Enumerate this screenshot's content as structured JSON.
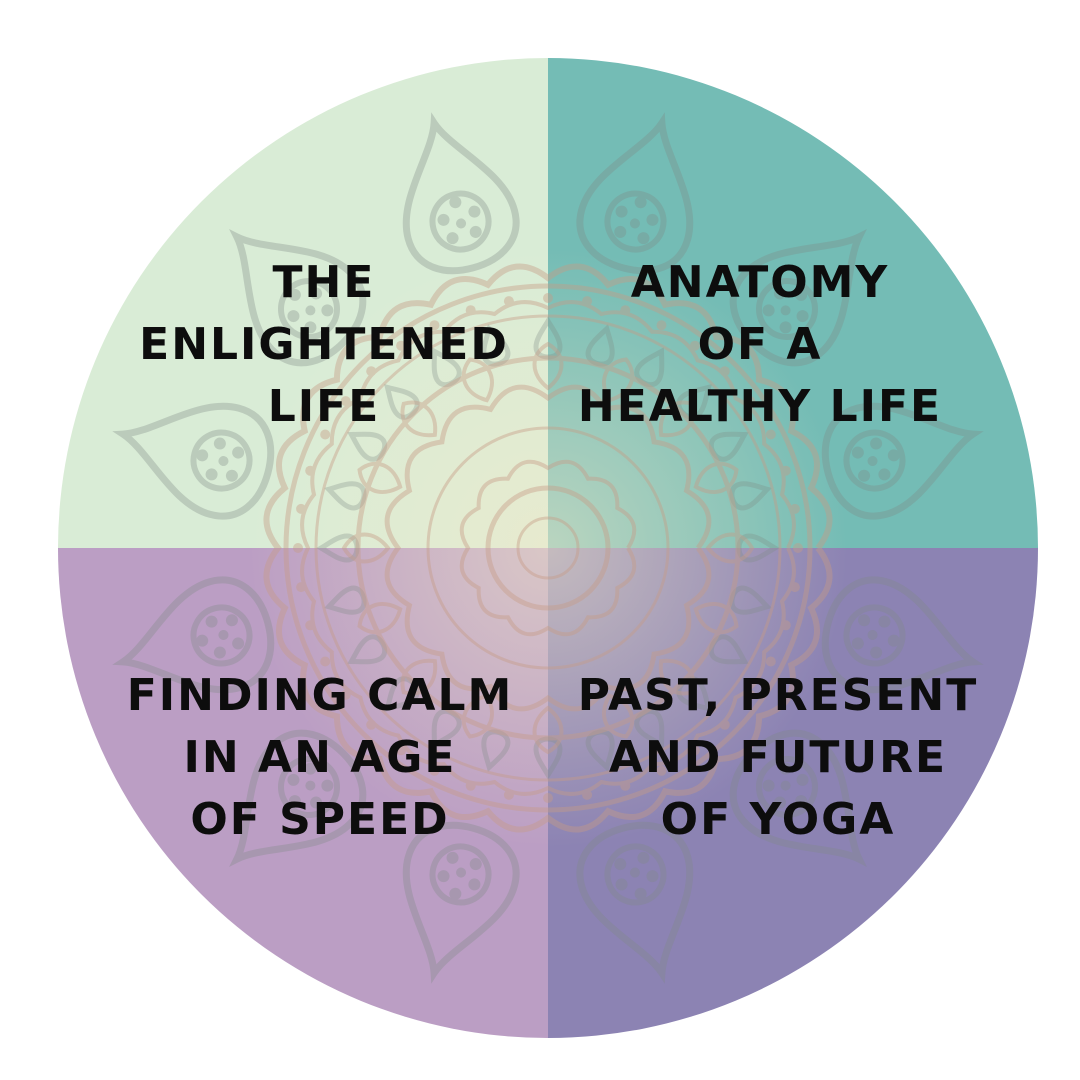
{
  "diagram": {
    "quadrants": [
      {
        "id": "top-left",
        "lines": [
          "THE",
          "ENLIGHTENED",
          "LIFE"
        ],
        "color": "#d9ecd6"
      },
      {
        "id": "top-right",
        "lines": [
          "ANATOMY",
          "OF A",
          "HEALTHY LIFE"
        ],
        "color": "#74bcb5"
      },
      {
        "id": "bottom-left",
        "lines": [
          "FINDING CALM",
          "IN AN AGE",
          "OF SPEED"
        ],
        "color": "#bb9ec4"
      },
      {
        "id": "bottom-right",
        "lines": [
          "PAST, PRESENT",
          "AND FUTURE",
          "OF YOGA"
        ],
        "color": "#8c83b3"
      }
    ],
    "decoration": {
      "petal_color": "#7f8a86",
      "mandala_color": "#c79c87",
      "text_color": "#0d0d0d"
    }
  }
}
